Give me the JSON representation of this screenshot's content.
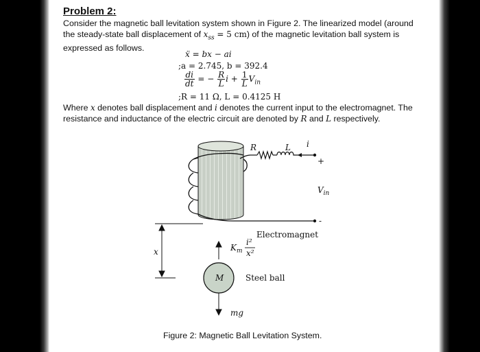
{
  "problem": {
    "title": "Problem 2:",
    "intro_part1": "Consider the magnetic ball levitation system shown in Figure 2. The linearized model (around the steady-state ball displacement of ",
    "intro_math": "x",
    "intro_math_sub": "ss",
    "intro_math_rest": " = 5 cm",
    "intro_part2": ") of the magnetic levitation ball system is expressed as follows."
  },
  "equations": {
    "eq1": "ẍ = bx − ai",
    "eq2": ";a = 2.745, b = 392.4",
    "eq3_left_num": "di",
    "eq3_left_den": "dt",
    "eq3_mid": "= −",
    "eq3_f1_num": "R",
    "eq3_f1_den": "L",
    "eq3_i": "i +",
    "eq3_f2_num": "1",
    "eq3_f2_den": "L",
    "eq3_v": "V",
    "eq3_v_sub": "in",
    "eq4": ";R = 11 Ω, L = 0.4125 H"
  },
  "description": {
    "p1": "Where ",
    "x": "x",
    "p2": " denotes ball displacement and ",
    "i": "i",
    "p3": " denotes the current input to the electromagnet. The resistance and inductance of the electric circuit are denoted by ",
    "R": "R",
    "p4": " and ",
    "L": "L",
    "p5": " respectively."
  },
  "figure": {
    "label_R": "R",
    "label_L": "L",
    "label_i": "i",
    "label_plus": "+",
    "label_minus": "-",
    "label_vin": "V",
    "label_vin_sub": "in",
    "label_electromagnet": "Electromagnet",
    "label_force_K": "K",
    "label_force_K_sub": "m",
    "label_force_num": "i²",
    "label_force_den": "x²",
    "label_x": "x",
    "label_M": "M",
    "label_steel_ball": "Steel ball",
    "label_mg": "mg",
    "caption": "Figure 2: Magnetic Ball Levitation System.",
    "colors": {
      "core_fill": "#c8cfc6",
      "core_stripe": "#e6ebe4",
      "ball_fill": "#c9d4c8",
      "line": "#111111"
    }
  }
}
